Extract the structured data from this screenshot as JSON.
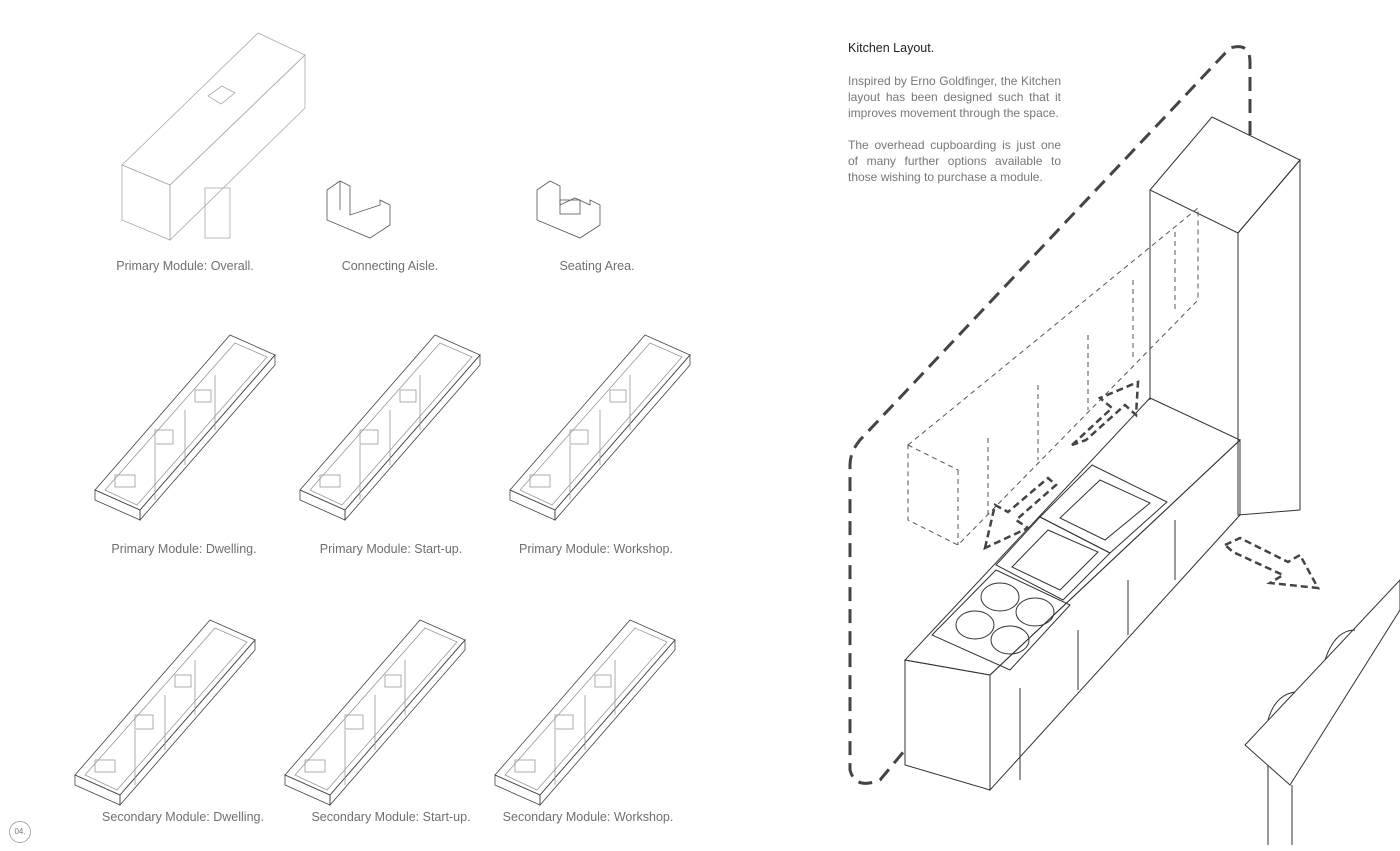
{
  "page_number": "04.",
  "modules": {
    "row1": [
      {
        "caption": "Primary Module: Overall."
      },
      {
        "caption": "Connecting Aisle."
      },
      {
        "caption": "Seating Area."
      }
    ],
    "row2": [
      {
        "caption": "Primary Module: Dwelling."
      },
      {
        "caption": "Primary Module: Start-up."
      },
      {
        "caption": "Primary Module: Workshop."
      }
    ],
    "row3": [
      {
        "caption": "Secondary Module: Dwelling."
      },
      {
        "caption": "Secondary Module: Start-up."
      },
      {
        "caption": "Secondary Module: Workshop."
      }
    ]
  },
  "kitchen": {
    "title": "Kitchen Layout.",
    "paragraphs": [
      "Inspired by Erno Goldfinger, the Kitchen layout has been designed such that it improves movement through the space.",
      "The overhead cupboarding is just one of many further options available to those wishing to purchase a module."
    ]
  }
}
